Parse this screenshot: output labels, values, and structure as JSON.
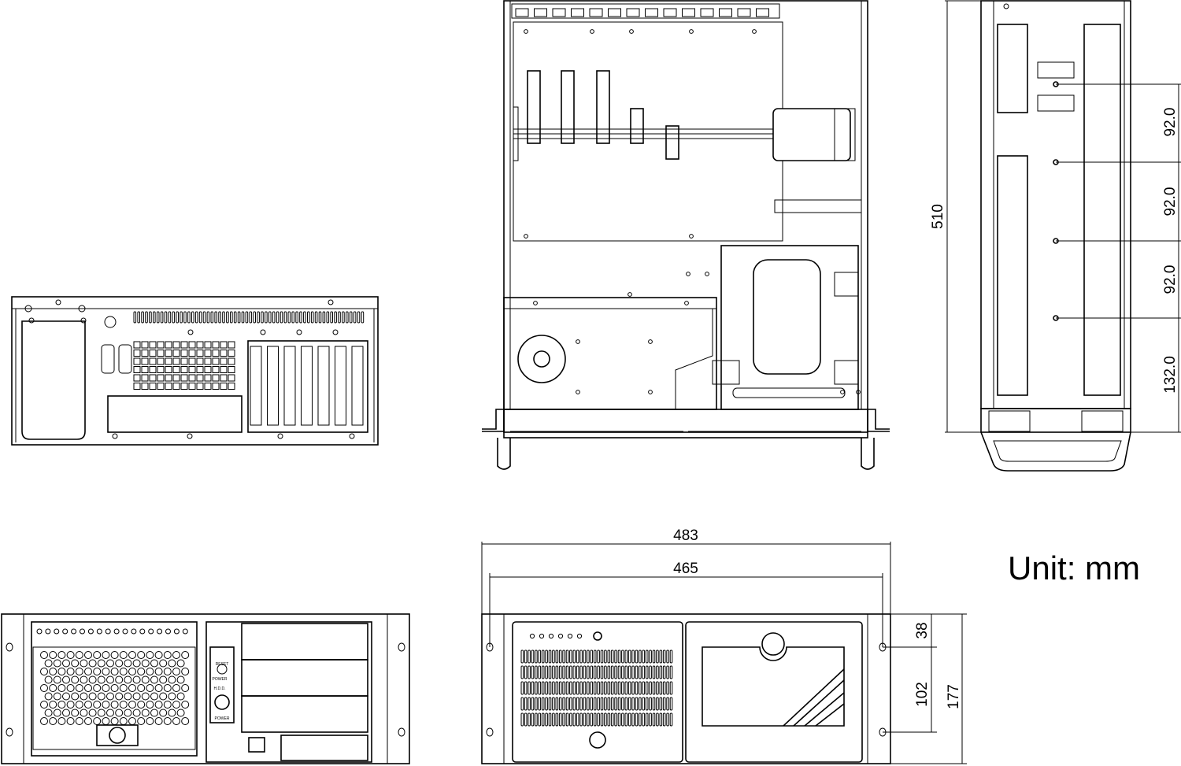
{
  "unit_label": "Unit: mm",
  "dimensions": {
    "overall_width": "483",
    "body_width": "465",
    "depth": "510",
    "height_total": "177",
    "mount_top": "38",
    "mount_spacing": "102",
    "slot_pitch_1": "92.0",
    "slot_pitch_2": "92.0",
    "slot_pitch_3": "92.0",
    "slot_bottom": "132.0"
  },
  "panel_labels": {
    "reset": "RESET",
    "power": "POWER",
    "hdd": "H.D.D.",
    "power_btn": "POWER"
  }
}
